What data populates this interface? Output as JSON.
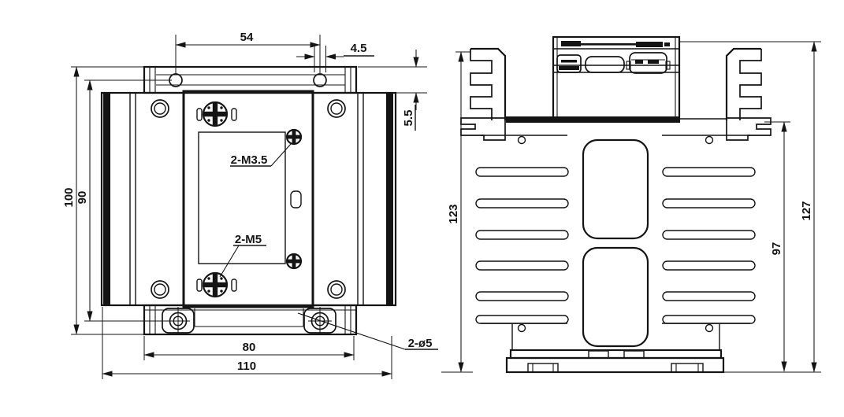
{
  "drawing": {
    "front_view": {
      "dims": {
        "top_hole_spacing": "54",
        "top_hole_offset": "4.5",
        "tab_height": "5.5",
        "overall_height": "100",
        "mount_hole_span": "90",
        "bottom_slot_width": "80",
        "overall_width": "110"
      },
      "callouts": {
        "control_screws": "2-M3.5",
        "power_screws": "2-M5",
        "mount_holes": "2-ø5"
      }
    },
    "side_view": {
      "dims": {
        "heatsink_height": "123",
        "fin_zone_height": "97",
        "overall_height": "127"
      }
    },
    "colors": {
      "line": "#141414",
      "background": "#ffffff"
    }
  }
}
